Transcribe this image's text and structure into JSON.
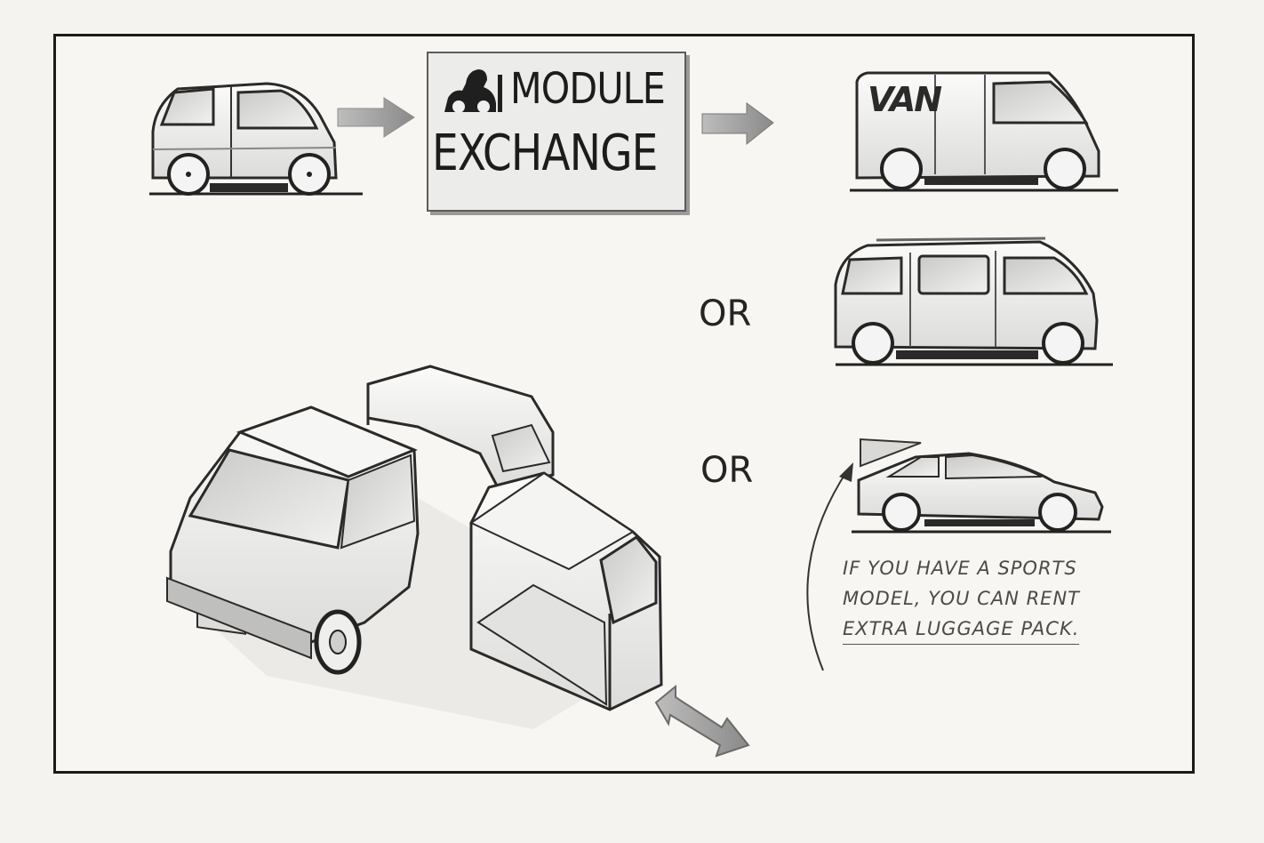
{
  "sign": {
    "line1": "MODULE",
    "line2": "EXCHANGE"
  },
  "van_label": "VAN",
  "or_labels": [
    "OR",
    "OR"
  ],
  "note": {
    "line1": "IF YOU HAVE A SPORTS",
    "line2": "MODEL, YOU CAN RENT",
    "line3": "EXTRA LUGGAGE PACK."
  },
  "icons": [
    "right-arrow-icon",
    "double-arrow-icon",
    "curved-arrow-icon",
    "mascot-icon"
  ]
}
